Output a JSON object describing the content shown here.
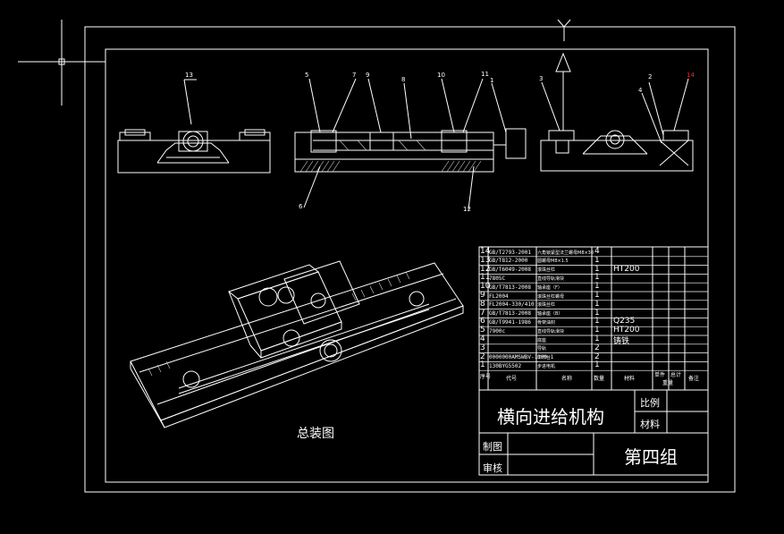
{
  "drawing": {
    "title": "横向进给机构",
    "group": "第四组",
    "assembly_caption": "总装图",
    "labels": {
      "scale": "比例",
      "material": "材料",
      "drawn_by": "制图",
      "checked_by": "审核"
    }
  },
  "balloons_front": [
    "13"
  ],
  "balloons_section": [
    "5",
    "7",
    "9",
    "8",
    "10",
    "11",
    "1"
  ],
  "balloons_section_bottom": [
    "6",
    "12"
  ],
  "balloons_side": [
    "3",
    "2",
    "14",
    "4"
  ],
  "bom": {
    "rows": [
      {
        "no": "14",
        "code": "GB/T2793-2001",
        "name": "六角锁紧型法兰螺母M8×30",
        "qty": "4",
        "material": ""
      },
      {
        "no": "13",
        "code": "GB/T812-2000",
        "name": "圆螺母M8×1.5",
        "qty": "1",
        "material": ""
      },
      {
        "no": "12",
        "code": "GB/T6049-2008",
        "name": "滚珠丝杠",
        "qty": "1",
        "material": "HT200"
      },
      {
        "no": "11",
        "code": "7805C",
        "name": "直线导轨滑块",
        "qty": "1",
        "material": ""
      },
      {
        "no": "10",
        "code": "GB/T7813-2008",
        "name": "轴承座（F）",
        "qty": "1",
        "material": ""
      },
      {
        "no": "9",
        "code": "FL2004",
        "name": "滚珠丝杠螺母",
        "qty": "1",
        "material": ""
      },
      {
        "no": "8",
        "code": "FL2004-330/410",
        "name": "滚珠丝杠",
        "qty": "1",
        "material": ""
      },
      {
        "no": "7",
        "code": "GB/T7813-2008",
        "name": "轴承座（B）",
        "qty": "1",
        "material": ""
      },
      {
        "no": "6",
        "code": "GB/T9941-1986",
        "name": "骨架油封",
        "qty": "1",
        "material": "Q235"
      },
      {
        "no": "5",
        "code": "7900c",
        "name": "直线导轨滑块",
        "qty": "1",
        "material": "HT200"
      },
      {
        "no": "4",
        "code": "",
        "name": "底座",
        "qty": "1",
        "material": "铸铁"
      },
      {
        "no": "3",
        "code": "",
        "name": "导轨",
        "qty": "2",
        "material": ""
      },
      {
        "no": "2",
        "code": "0000000AMSWBV-1000-1",
        "name": "工作台",
        "qty": "2",
        "material": ""
      },
      {
        "no": "1",
        "code": "130BYG5502",
        "name": "步进电机",
        "qty": "1",
        "material": ""
      }
    ],
    "header": {
      "no": "序号",
      "code": "代号",
      "name": "名称",
      "qty": "数量",
      "material": "材料",
      "single": "单件",
      "total": "总计",
      "weight": "重量",
      "remark": "备注"
    }
  },
  "colors": {
    "background": "#000000",
    "line": "#ffffff",
    "accent": "#ff2020",
    "dim": "#d0d0d0"
  }
}
